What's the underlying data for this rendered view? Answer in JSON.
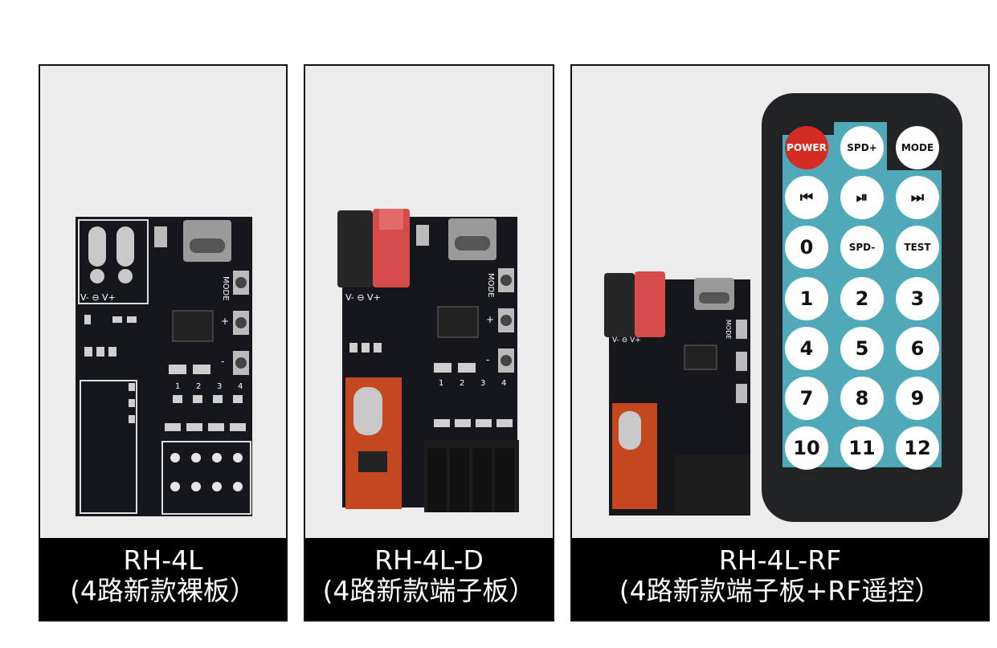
{
  "cards": [
    {
      "model": "RH-4L",
      "desc": "(4路新款裸板）",
      "silkscreen": {
        "power": "V- ⊖ V+",
        "mode": "MODE",
        "plus": "+",
        "minus": "-",
        "channels": [
          "1",
          "2",
          "3",
          "4"
        ]
      }
    },
    {
      "model": "RH-4L-D",
      "desc": "(4路新款端子板）",
      "silkscreen": {
        "power": "V- ⊖ V+",
        "mode": "MODE",
        "plus": "+",
        "minus": "-",
        "channels": [
          "1",
          "2",
          "3",
          "4"
        ]
      }
    },
    {
      "model": "RH-4L-RF",
      "desc": "(4路新款端子板+RF遥控）",
      "silkscreen": {
        "power": "V- ⊖ V+",
        "mode": "MODE"
      },
      "remote": {
        "buttons": [
          "POWER",
          "SPD+",
          "MODE",
          "⏮",
          "⏯",
          "⏭",
          "0",
          "SPD-",
          "TEST",
          "1",
          "2",
          "3",
          "4",
          "5",
          "6",
          "7",
          "8",
          "9",
          "10",
          "11",
          "12"
        ]
      }
    }
  ],
  "colors": {
    "pcb": "#15171c",
    "rf_module": "#c4471f",
    "remote_body": "#222326",
    "remote_panel": "#4fa9b8",
    "power_button": "#d62b22",
    "terminal_red": "#d84b4b",
    "caption_bg": "#000000"
  }
}
